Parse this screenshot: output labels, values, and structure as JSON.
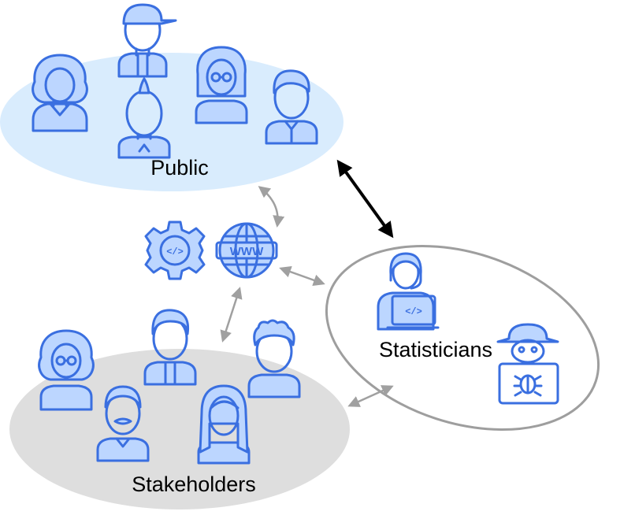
{
  "groups": {
    "public": {
      "label": "Public"
    },
    "stakeholders": {
      "label": "Stakeholders"
    },
    "statisticians": {
      "label": "Statisticians"
    }
  },
  "icons": {
    "public": [
      "woman-curly-hair-icon",
      "man-cap-icon",
      "punk-mohawk-icon",
      "woman-glasses-icon",
      "man-shirt-icon"
    ],
    "stakeholders": [
      "woman-glasses-icon",
      "man-icon",
      "man-mustache-icon",
      "woman-long-hair-icon",
      "man-curly-hair-icon"
    ],
    "statisticians": [
      "developer-headset-icon",
      "hacker-bug-icon"
    ],
    "middle": [
      "gear-code-icon",
      "globe-www-icon"
    ]
  },
  "icon_text": {
    "gear": "</>",
    "globe": "WWW",
    "laptop": "</>"
  },
  "colors": {
    "icon_stroke": "#3a6fe0",
    "icon_fill": "#bcd6ff",
    "public_bg": "#d9ecfd",
    "stakeholders_bg": "#dedede",
    "statisticians_border": "#9e9e9e",
    "arrow_grey": "#a0a0a0",
    "arrow_black": "#000000"
  }
}
